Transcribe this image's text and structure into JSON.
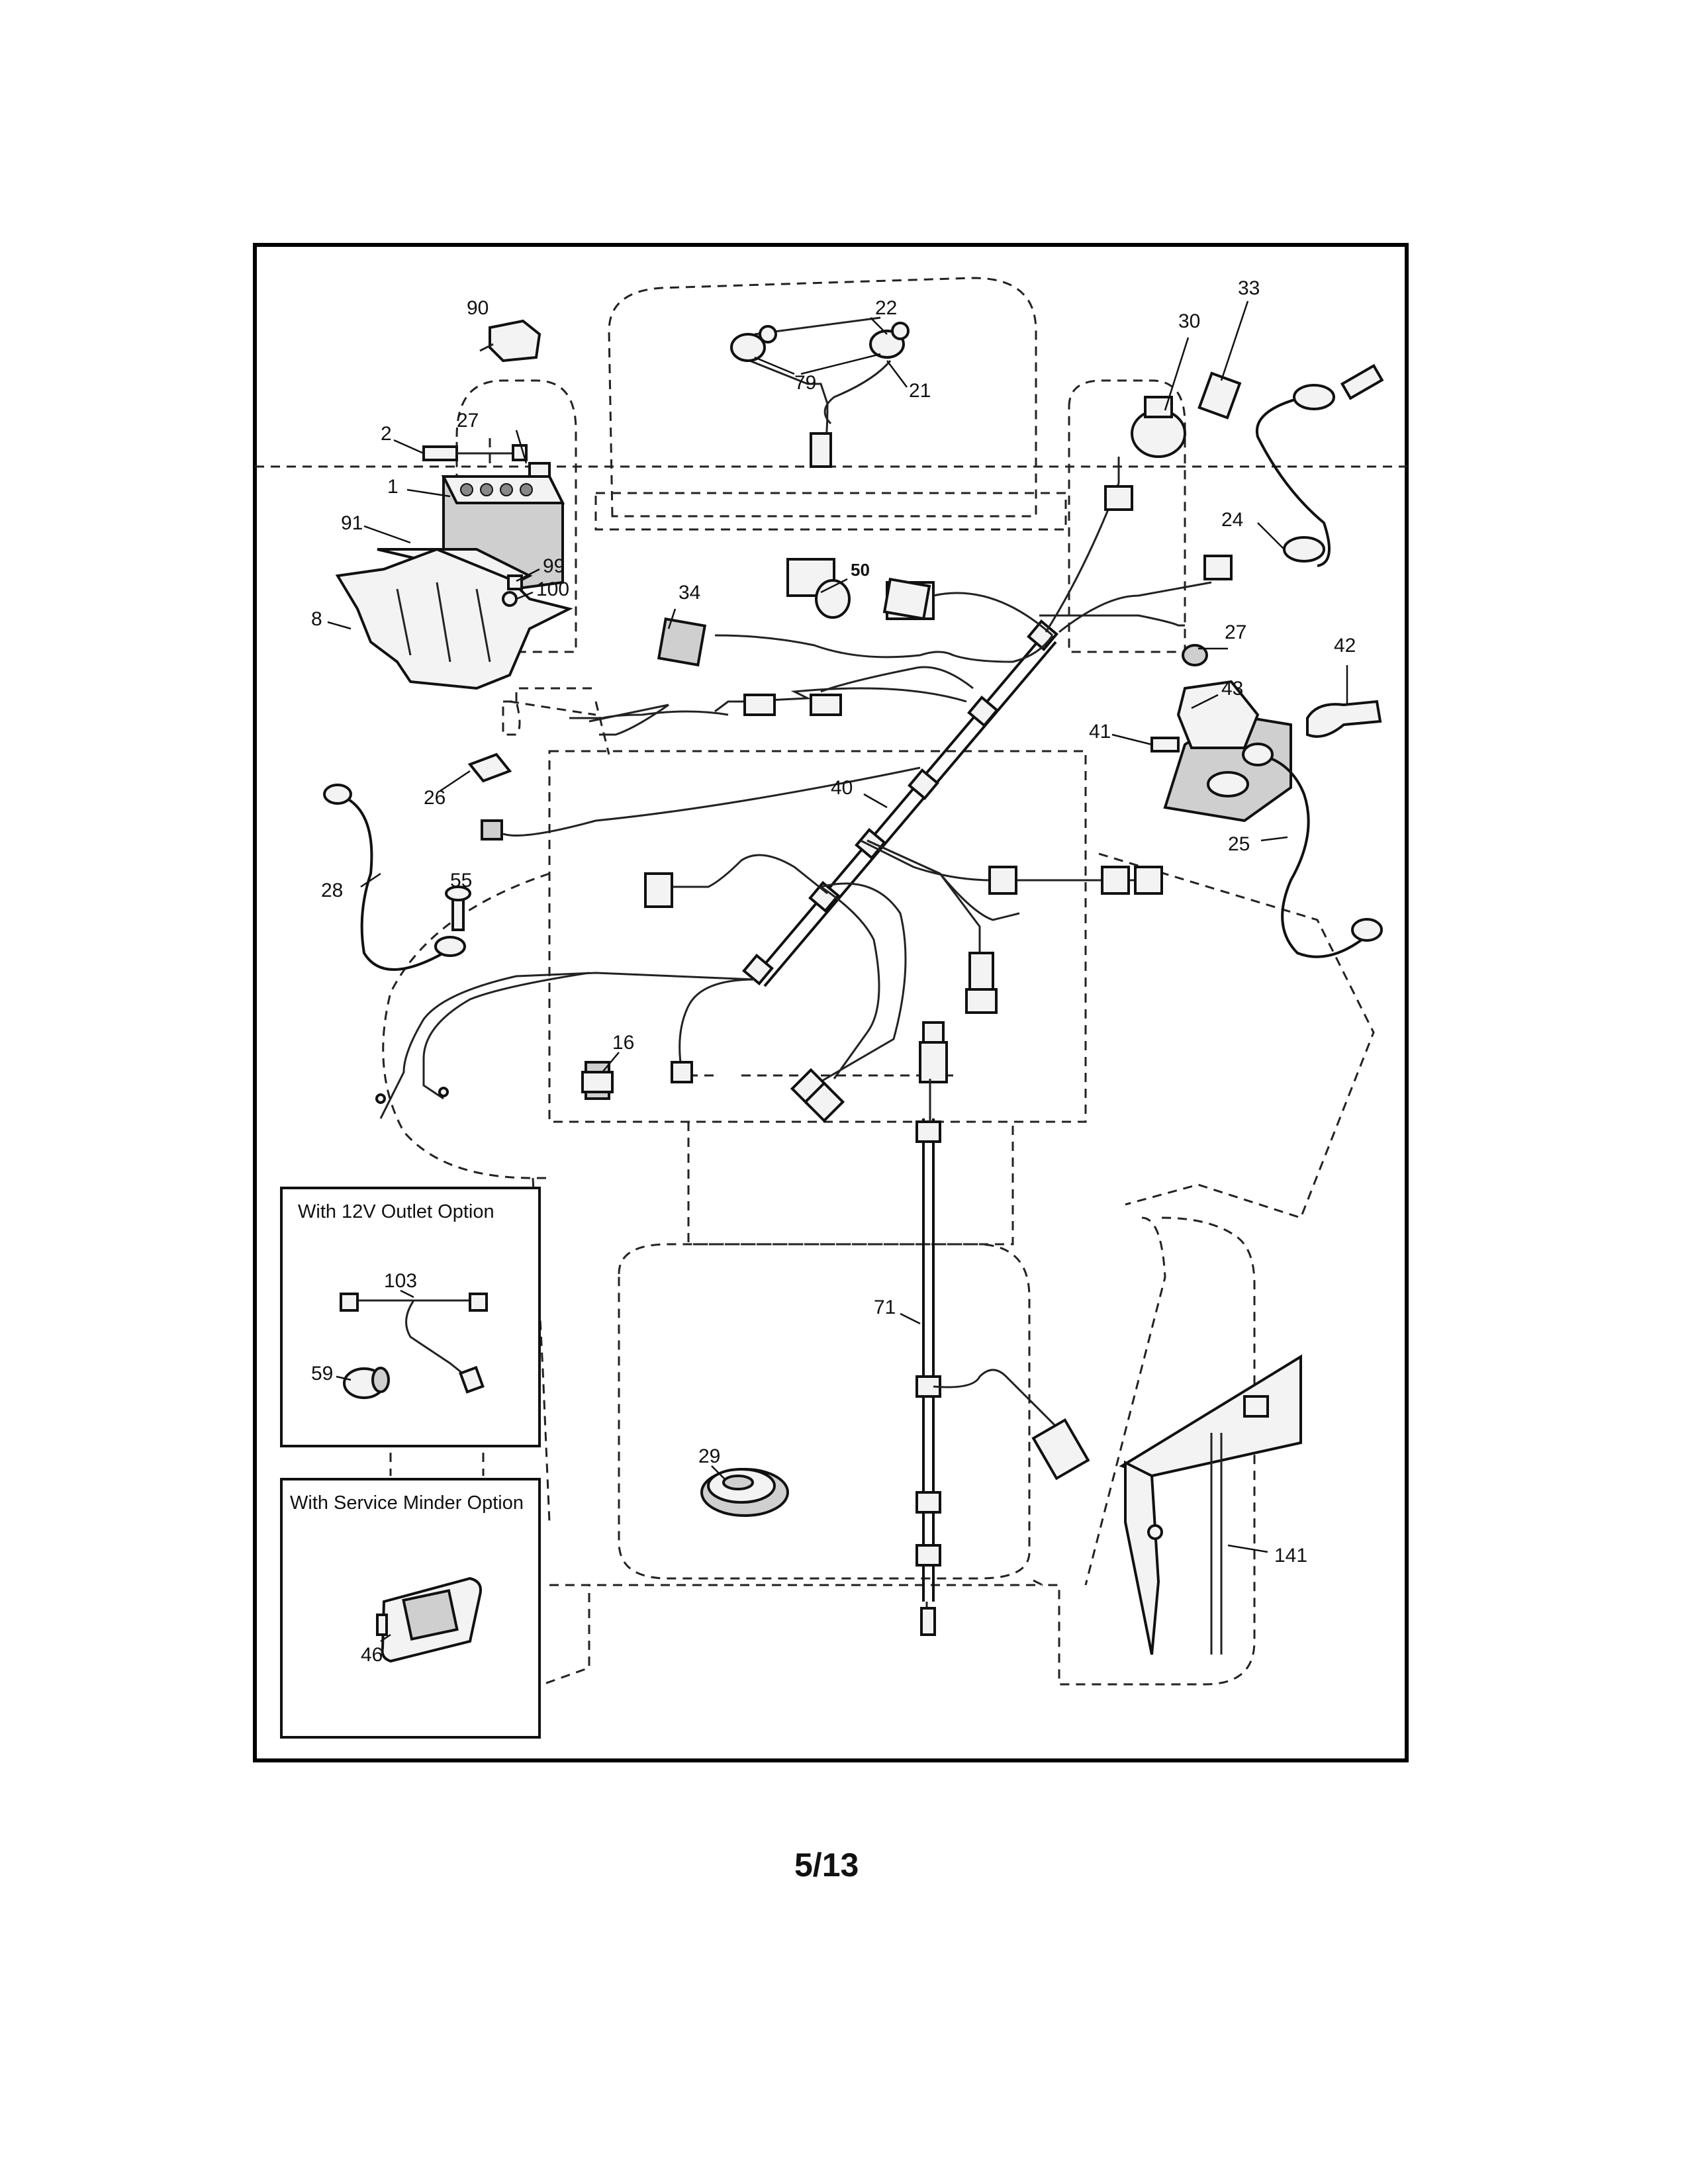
{
  "page": {
    "number": "5/13"
  },
  "insets": {
    "outlet": {
      "title": "With 12V Outlet Option"
    },
    "minder": {
      "title": "With Service Minder Option"
    }
  },
  "callouts": {
    "c1": "1",
    "c2": "2",
    "c8": "8",
    "c16": "16",
    "c21": "21",
    "c22": "22",
    "c24": "24",
    "c25": "25",
    "c26": "26",
    "c27a": "27",
    "c27b": "27",
    "c28": "28",
    "c29": "29",
    "c30": "30",
    "c33": "33",
    "c34": "34",
    "c40": "40",
    "c41": "41",
    "c42": "42",
    "c43": "43",
    "c46": "46",
    "c50": "50",
    "c55": "55",
    "c59": "59",
    "c71": "71",
    "c79": "79",
    "c90": "90",
    "c91": "91",
    "c99": "99",
    "c100": "100",
    "c103": "103",
    "c141": "141"
  }
}
